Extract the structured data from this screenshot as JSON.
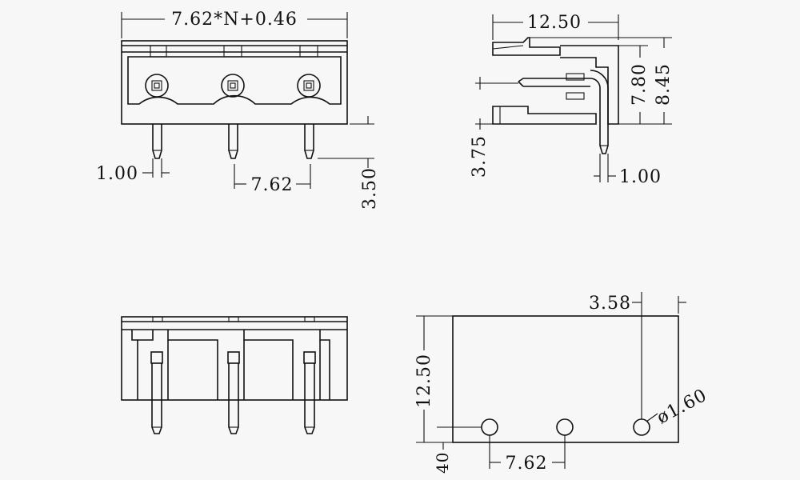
{
  "colors": {
    "line": "#111111",
    "background": "#f7f7f7"
  },
  "views": {
    "front": {
      "width_label": "7.62*N+0.46",
      "pin_width_label": "1.00",
      "pitch_label": "7.62",
      "pin_length_label": "3.50"
    },
    "side": {
      "depth_label": "12.50",
      "height_inner_label": "7.80",
      "height_outer_label": "8.45",
      "pin_offset_label": "3.75",
      "pin_width_label": "1.00"
    },
    "top": {},
    "pcb": {
      "edge_offset_label": "3.58",
      "depth_label": "12.50",
      "hole_diameter_label": "ø1.60",
      "pitch_label": "7.62",
      "bottom_offset_label": "40"
    }
  }
}
